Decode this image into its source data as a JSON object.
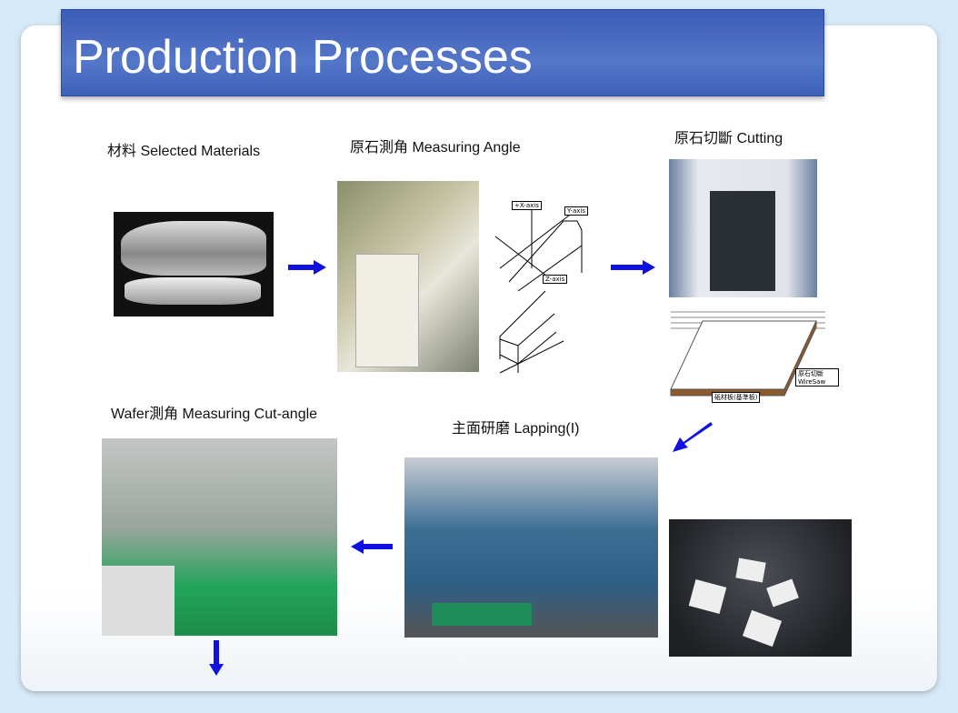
{
  "title": "Production Processes",
  "steps": [
    {
      "label": "材料 Selected Materials"
    },
    {
      "label": "原石測角 Measuring Angle"
    },
    {
      "label": "原石切斷 Cutting"
    },
    {
      "label": "主面研磨 Lapping(I)"
    },
    {
      "label": "Wafer測角 Measuring Cut-angle"
    }
  ],
  "diagram": {
    "x_axis": "+X-axis",
    "y_axis": "Y-axis",
    "z_axis": "Z-axis",
    "wiresaw": "原石切斷 WireSaw",
    "plate": "砥材板(基準板)"
  },
  "colors": {
    "arrow": "#1010e0",
    "title_bg": "#4a6bc2"
  }
}
